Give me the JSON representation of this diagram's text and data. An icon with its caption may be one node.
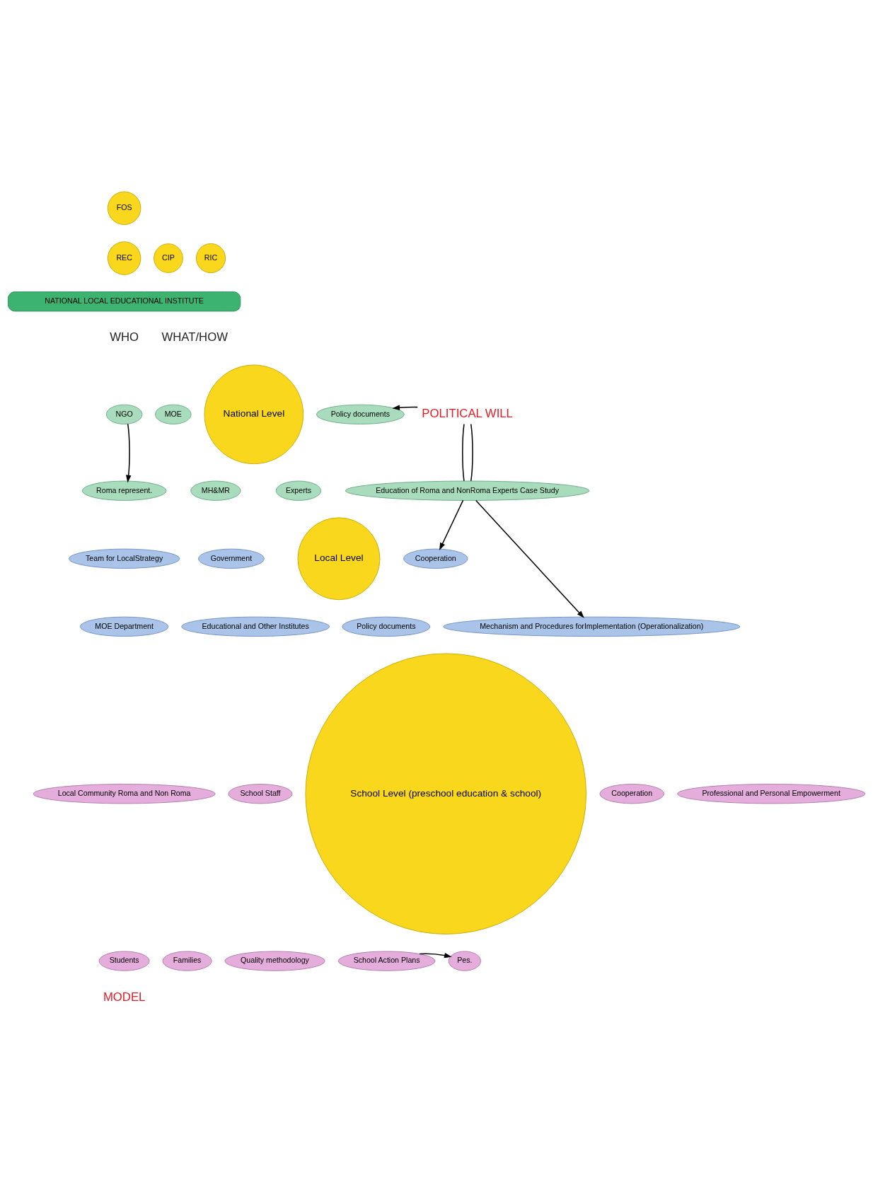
{
  "diagram": {
    "nodes": [
      {
        "text": [
          "FOS"
        ]
      },
      {
        "text": [
          "REC"
        ]
      },
      {
        "text": [
          "CIP"
        ]
      },
      {
        "text": [
          "RIC"
        ]
      },
      {
        "text": [
          "NATIONAL LOCAL EDUCATIONAL INSTITUTE"
        ]
      },
      {
        "text": [
          "POLITICAL WILL"
        ]
      },
      {
        "text": [
          "NGO"
        ]
      },
      {
        "text": [
          "MOE"
        ]
      },
      {
        "text": [
          "Policy documents"
        ]
      },
      {
        "text": [
          "MH&MR"
        ]
      },
      {
        "text": [
          "National Level"
        ]
      },
      {
        "text": [
          "Education of Roma and NonRoma Experts Case Study"
        ]
      },
      {
        "text": [
          "Roma represent."
        ]
      },
      {
        "text": [
          "Experts"
        ]
      },
      {
        "text": [
          "Team for LocalStrategy"
        ]
      },
      {
        "text": [
          "Government"
        ]
      },
      {
        "text": [
          "Cooperation"
        ]
      },
      {
        "text": [
          "Local Level"
        ]
      },
      {
        "text": [
          "Mechanism and Procedures forImplementation (Operationalization)"
        ]
      },
      {
        "text": [
          "MOE Department"
        ]
      },
      {
        "text": [
          "Educational and Other Institutes"
        ]
      },
      {
        "text": [
          "Policy documents"
        ]
      },
      {
        "text": [
          "Local Community Roma and Non Roma"
        ]
      },
      {
        "text": [
          "Professional and Personal Empowerment"
        ]
      },
      {
        "text": [
          "School Staff"
        ]
      },
      {
        "text": [
          "School Level (preschool education & school)"
        ]
      },
      {
        "text": [
          "Cooperation"
        ]
      },
      {
        "text": [
          "Students"
        ]
      },
      {
        "text": [
          "School Action Plans"
        ]
      },
      {
        "text": [
          "Quality methodology"
        ]
      },
      {
        "text": [
          "Families"
        ]
      },
      {
        "text": [
          "Pes."
        ]
      }
    ],
    "edges": [
      {
        "from": 5,
        "to": 8,
        "arrow": "to"
      },
      {
        "from": 5,
        "to": 11,
        "arrow": "none"
      },
      {
        "from": 5,
        "to": 11,
        "arrow": "none"
      },
      {
        "from": 6,
        "to": 12,
        "arrow": "to"
      },
      {
        "from": 11,
        "to": 16,
        "arrow": "to"
      },
      {
        "from": 11,
        "to": 18,
        "arrow": "to"
      },
      {
        "from": 28,
        "to": 31,
        "arrow": "to"
      }
    ],
    "labels": [
      "WHO",
      "WHAT/HOW",
      "MODEL"
    ]
  }
}
